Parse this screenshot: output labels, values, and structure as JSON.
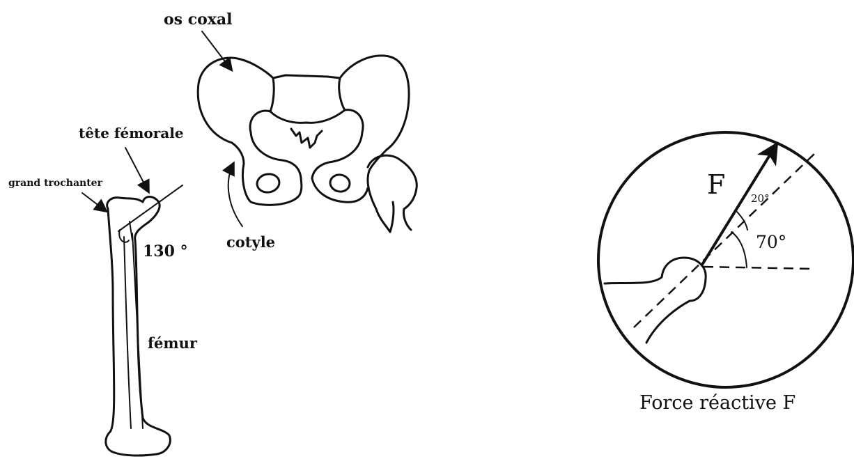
{
  "labels": {
    "os_coxal": "os coxal",
    "tete_femorale": "tête fémorale",
    "grand_trochanter": "grand trochanter",
    "angle_130": "130 °",
    "cotyle": "cotyle",
    "femur": "fémur",
    "force_F": "F",
    "angle_20": "20°",
    "angle_70": "70°",
    "caption": "Force réactive F"
  },
  "colors": {
    "ink": "#111111",
    "background": "#ffffff"
  }
}
